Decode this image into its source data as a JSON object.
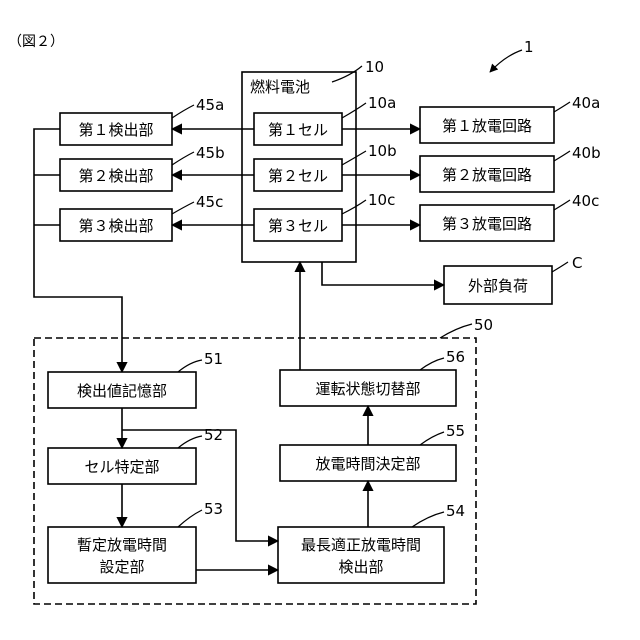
{
  "figure_label": "（図２）",
  "system_ref": "1",
  "fuel_cell": {
    "label": "燃料電池",
    "ref": "10"
  },
  "cells": [
    {
      "label": "第１セル",
      "ref": "10a"
    },
    {
      "label": "第２セル",
      "ref": "10b"
    },
    {
      "label": "第３セル",
      "ref": "10c"
    }
  ],
  "detectors": [
    {
      "label": "第１検出部",
      "ref": "45a"
    },
    {
      "label": "第２検出部",
      "ref": "45b"
    },
    {
      "label": "第３検出部",
      "ref": "45c"
    }
  ],
  "discharge_circuits": [
    {
      "label": "第１放電回路",
      "ref": "40a"
    },
    {
      "label": "第２放電回路",
      "ref": "40b"
    },
    {
      "label": "第３放電回路",
      "ref": "40c"
    }
  ],
  "external_load": {
    "label": "外部負荷",
    "ref": "C"
  },
  "controller": {
    "ref": "50"
  },
  "blocks": {
    "memory": {
      "label": "検出値記憶部",
      "ref": "51"
    },
    "cell_identify": {
      "label": "セル特定部",
      "ref": "52"
    },
    "provisional": {
      "line1": "暫定放電時間",
      "line2": "設定部",
      "ref": "53"
    },
    "longest": {
      "line1": "最長適正放電時間",
      "line2": "検出部",
      "ref": "54"
    },
    "decide": {
      "label": "放電時間決定部",
      "ref": "55"
    },
    "switch": {
      "label": "運転状態切替部",
      "ref": "56"
    }
  }
}
